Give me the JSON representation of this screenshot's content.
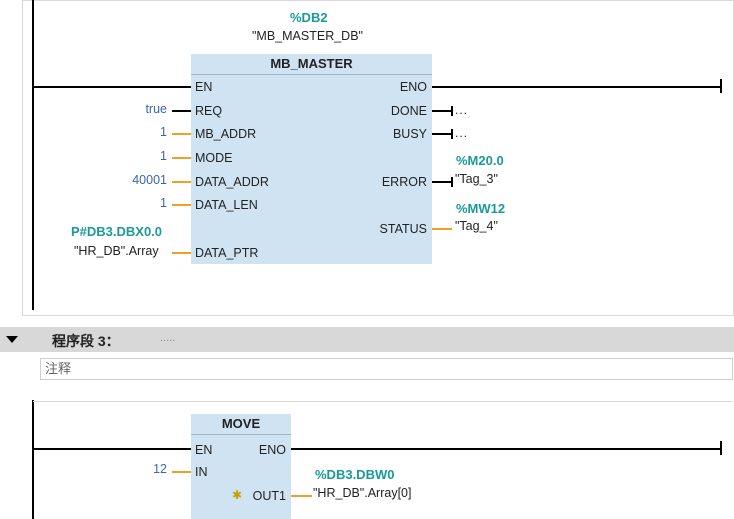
{
  "network2": {
    "instance_address": "%DB2",
    "instance_name": "\"MB_MASTER_DB\"",
    "block_title": "MB_MASTER",
    "inputs": {
      "en": "EN",
      "req": {
        "pin": "REQ",
        "value": "true"
      },
      "mb_addr": {
        "pin": "MB_ADDR",
        "value": "1"
      },
      "mode": {
        "pin": "MODE",
        "value": "1"
      },
      "data_addr": {
        "pin": "DATA_ADDR",
        "value": "40001"
      },
      "data_len": {
        "pin": "DATA_LEN",
        "value": "1"
      },
      "data_ptr": {
        "pin": "DATA_PTR",
        "address": "P#DB3.DBX0.0",
        "tag": "\"HR_DB\".Array"
      }
    },
    "outputs": {
      "eno": "ENO",
      "done": {
        "pin": "DONE",
        "value": "..."
      },
      "busy": {
        "pin": "BUSY",
        "value": "..."
      },
      "error": {
        "pin": "ERROR",
        "address": "%M20.0",
        "tag": "\"Tag_3\""
      },
      "status": {
        "pin": "STATUS",
        "address": "%MW12",
        "tag": "\"Tag_4\""
      }
    }
  },
  "section3": {
    "title": "程序段 3：",
    "subtitle": ".....",
    "comment": "注释"
  },
  "network3": {
    "block_title": "MOVE",
    "en": "EN",
    "eno": "ENO",
    "in": {
      "pin": "IN",
      "value": "12"
    },
    "out1": {
      "pin": "OUT1",
      "address": "%DB3.DBW0",
      "tag": "\"HR_DB\".Array[0]"
    }
  },
  "colors": {
    "wire_orange": "#f0a020",
    "block_fill": "#cfe3f2",
    "address_teal": "#1a9a9a",
    "value_blue": "#3a66b0"
  }
}
